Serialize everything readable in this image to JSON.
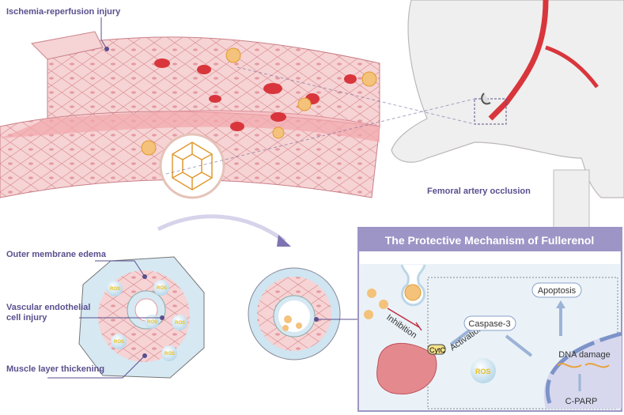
{
  "labels": {
    "ischemia": "Ischemia-reperfusion injury",
    "femoral": "Femoral artery occlusion",
    "outer_edema": "Outer membrane edema",
    "endothelial_1": "Vascular endothelial",
    "endothelial_2": "cell injury",
    "muscle": "Muscle layer thickening"
  },
  "panel": {
    "title": "The Protective Mechanism of Fullerenol",
    "inhibition": "Inhibition",
    "activation": "Activation",
    "caspase": "Caspase-3",
    "apoptosis": "Apoptosis",
    "dna_damage": "DNA damage",
    "cparp": "C-PARP",
    "ros": "ROS",
    "cytc": "CytC"
  },
  "colors": {
    "label": "#5a4f8e",
    "panel_header": "#9d95c6",
    "vessel_pink": "#f3c9cb",
    "blood_red": "#d8363c",
    "fullerene": "#e8a23a"
  }
}
